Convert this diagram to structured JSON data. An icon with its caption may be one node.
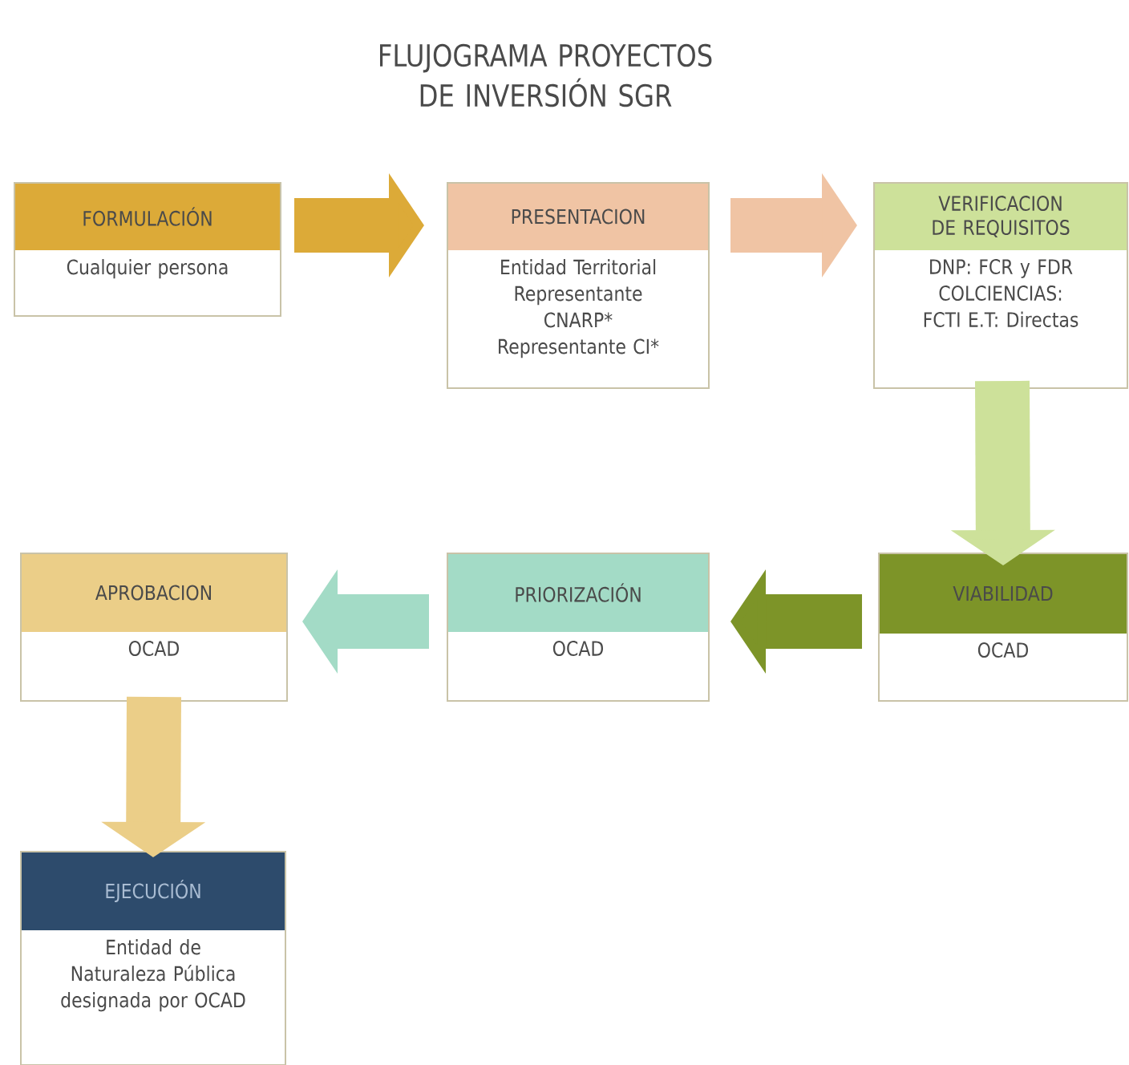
{
  "diagram": {
    "title": "FLUJOGRAMA PROYECTOS DE INVERSIÓN SGR",
    "nodes": [
      {
        "text": [
          "FORMULACIÓN",
          "Cualquier persona"
        ]
      },
      {
        "text": [
          "PRESENTACION",
          "Entidad Territorial Representante CNARP* Representante CI*"
        ]
      },
      {
        "text": [
          "VERIFICACION DE REQUISITOS",
          "DNP: FCR y FDR COLCIENCIAS: FCTI E.T: Directas"
        ]
      },
      {
        "text": [
          "VIABILIDAD",
          "OCAD"
        ]
      },
      {
        "text": [
          "PRIORIZACIÓN",
          "OCAD"
        ]
      },
      {
        "text": [
          "APROBACION",
          "OCAD"
        ]
      },
      {
        "text": [
          "EJECUCIÓN",
          "Entidad de Naturaleza Pública designada por OCAD"
        ]
      }
    ],
    "edges": [
      {
        "from": 0,
        "to": 1,
        "arrow": "to",
        "color": "#dcaa38"
      },
      {
        "from": 1,
        "to": 2,
        "arrow": "to",
        "color": "#f0c4a4"
      },
      {
        "from": 2,
        "to": 3,
        "arrow": "to",
        "color": "#cde19a"
      },
      {
        "from": 3,
        "to": 4,
        "arrow": "to",
        "color": "#7d9428"
      },
      {
        "from": 4,
        "to": 5,
        "arrow": "to",
        "color": "#a3dbc6"
      },
      {
        "from": 5,
        "to": 6,
        "arrow": "to",
        "color": "#ebce88"
      }
    ]
  }
}
